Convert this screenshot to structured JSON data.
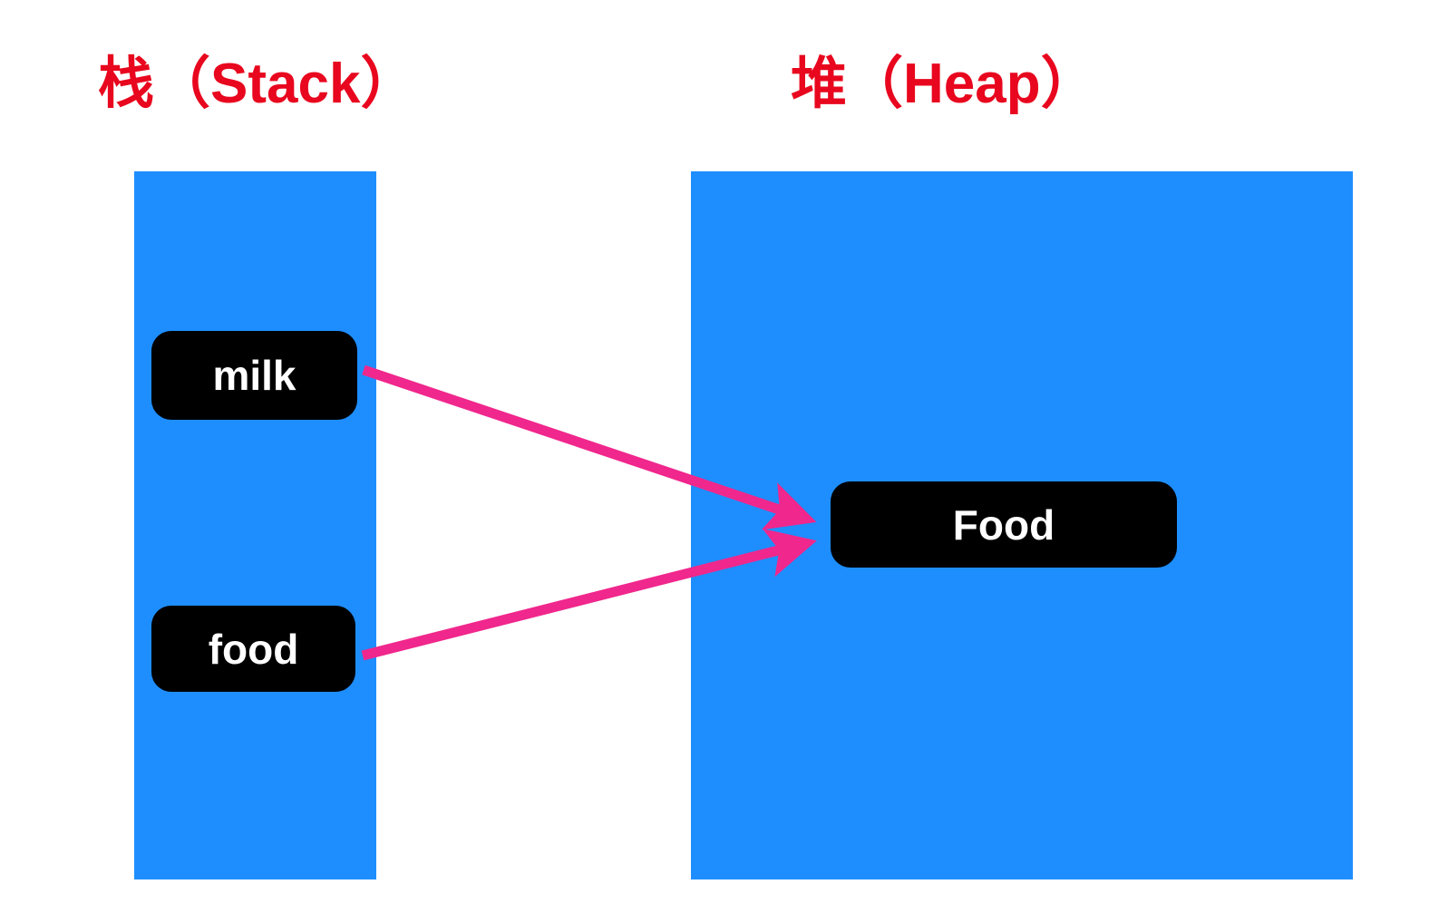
{
  "diagram": {
    "title_stack": "栈（Stack）",
    "title_heap": "堆（Heap）",
    "colors": {
      "title_red": "#E8071E",
      "region_blue": "#1E8EFF",
      "box_black": "#000000",
      "box_text_white": "#FFFFFF",
      "arrow_pink": "#F0278C",
      "background": "#FFFFFF"
    },
    "stack": {
      "label": "栈（Stack）",
      "variables": [
        {
          "name": "milk"
        },
        {
          "name": "food"
        }
      ]
    },
    "heap": {
      "label": "堆（Heap）",
      "objects": [
        {
          "name": "Food"
        }
      ]
    },
    "references": [
      {
        "from": "milk",
        "to": "Food"
      },
      {
        "from": "food",
        "to": "Food"
      }
    ]
  }
}
